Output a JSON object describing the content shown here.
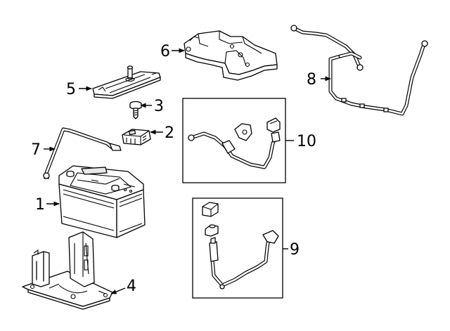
{
  "diagram": {
    "callouts": [
      {
        "id": "c1",
        "label": "1",
        "part": "battery"
      },
      {
        "id": "c2",
        "label": "2",
        "part": "terminal-cover"
      },
      {
        "id": "c3",
        "label": "3",
        "part": "bolt"
      },
      {
        "id": "c4",
        "label": "4",
        "part": "battery-tray"
      },
      {
        "id": "c5",
        "label": "5",
        "part": "hold-down-clamp"
      },
      {
        "id": "c6",
        "label": "6",
        "part": "insulator-cover"
      },
      {
        "id": "c7",
        "label": "7",
        "part": "hold-down-rod"
      },
      {
        "id": "c8",
        "label": "8",
        "part": "ground-cable"
      },
      {
        "id": "c9",
        "label": "9",
        "part": "negative-cable-assembly"
      },
      {
        "id": "c10",
        "label": "10",
        "part": "positive-cable-assembly"
      }
    ],
    "colors": {
      "line": "#000000",
      "background": "#ffffff"
    }
  }
}
